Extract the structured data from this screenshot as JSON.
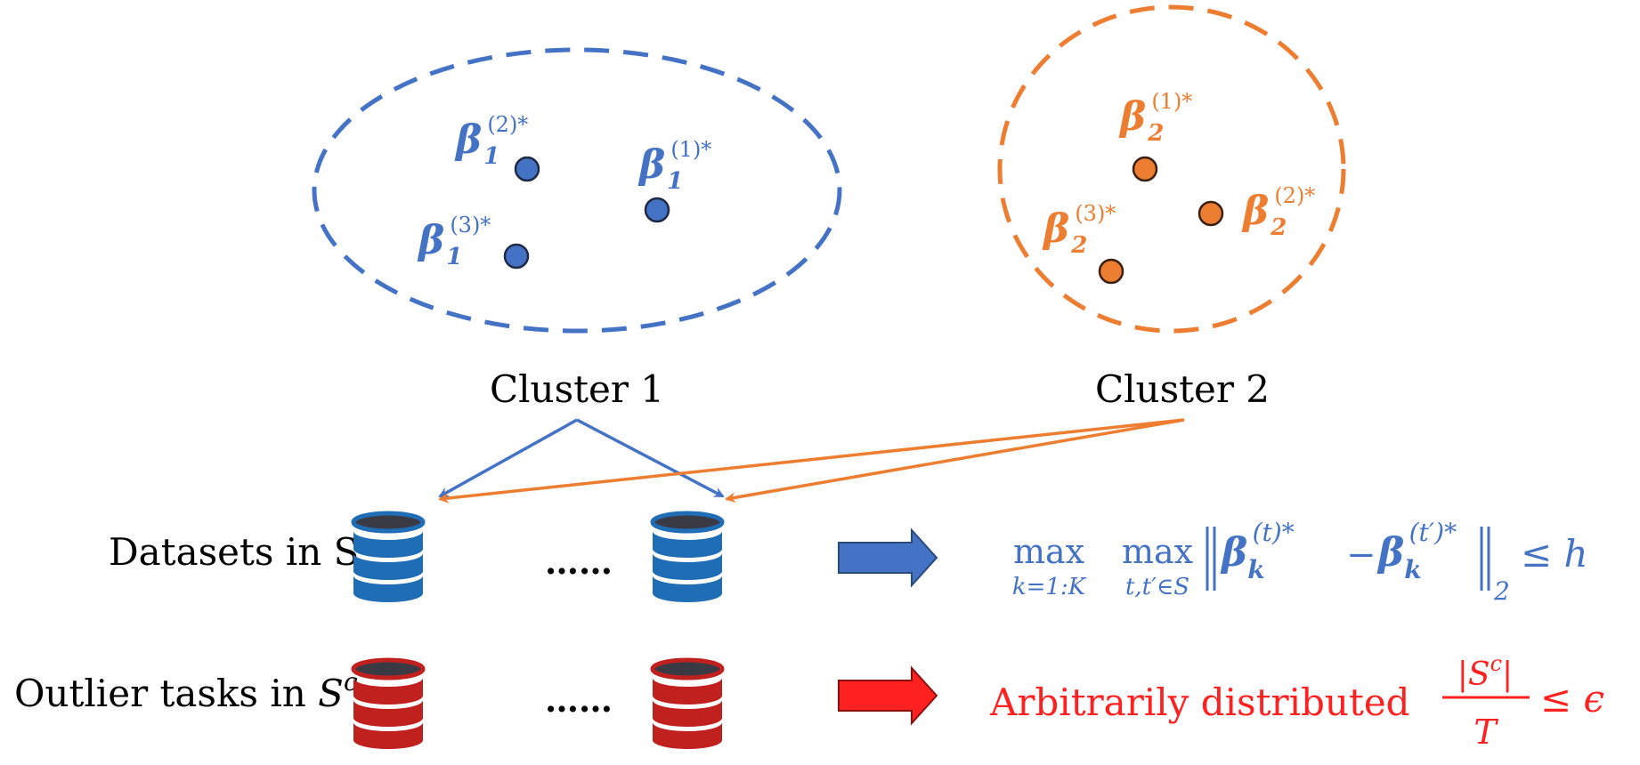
{
  "colors": {
    "blue": "#4472c4",
    "orange": "#ed7d31",
    "red": "#ff2020",
    "db_blue": "#1f6db5",
    "db_red": "#c0201e",
    "db_top": "#3a3a45",
    "text": "#000000"
  },
  "clusters": [
    {
      "label": "Cluster 1",
      "points": [
        {
          "sub": "1",
          "sup": "(2)*"
        },
        {
          "sub": "1",
          "sup": "(1)*"
        },
        {
          "sub": "1",
          "sup": "(3)*"
        }
      ]
    },
    {
      "label": "Cluster 2",
      "points": [
        {
          "sub": "2",
          "sup": "(1)*"
        },
        {
          "sub": "2",
          "sup": "(2)*"
        },
        {
          "sub": "2",
          "sup": "(3)*"
        }
      ]
    }
  ],
  "beta_symbol": "β",
  "rows": {
    "datasets_label": "Datasets in S",
    "outlier_label_prefix": "Outlier tasks in ",
    "outlier_label_S": "S",
    "outlier_label_sup": "c",
    "ellipsis": "……",
    "arbitrarily": "Arbitrarily distributed"
  },
  "formula": {
    "max": "max",
    "max_sub1": "k=1:K",
    "max_sub2": "t,t′∈S",
    "norm_sub": "2",
    "leq_h": "≤ h",
    "minus": "−",
    "sub_k": "k",
    "sup_t": "(t)*",
    "sup_tp": "(t′)*"
  },
  "ratio": {
    "numerator": "|S",
    "numerator_sup": "c",
    "numerator_close": "|",
    "denominator": "T",
    "leq_eps": "≤ ϵ"
  }
}
